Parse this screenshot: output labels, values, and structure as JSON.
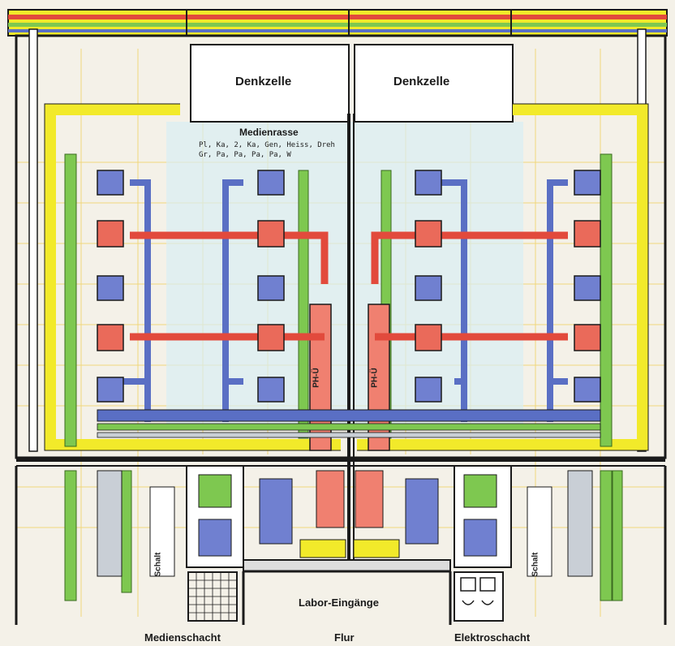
{
  "plan": {
    "room_left": "Denkzelle",
    "room_right": "Denkzelle",
    "center_heading": "Medienrasse",
    "center_note_1": "Pl, Ka, 2, Ka, Gen, Heiss, Dreh",
    "center_note_2": "Gr, Pa, Pa, Pa, Pa, W",
    "corridor_label": "Labor-Eingänge",
    "bottom_left": "Medienschacht",
    "bottom_center": "Flur",
    "bottom_right": "Elektroschacht",
    "riser_left": "PH-Ü",
    "riser_right": "PH-Ü",
    "vert_left": "Schalt",
    "vert_right": "Schalt"
  },
  "colors": {
    "background": "#f4f1e8",
    "grid_yellow": "#f0d060",
    "grid_cyan": "#c8e8f0",
    "wall": "#1a1a1a",
    "supply_red": "#e24a3c",
    "return_blue": "#5a6fc4",
    "duct_green": "#7ec850",
    "duct_yellow": "#f2ea2a",
    "duct_grey": "#c9cfd6"
  }
}
